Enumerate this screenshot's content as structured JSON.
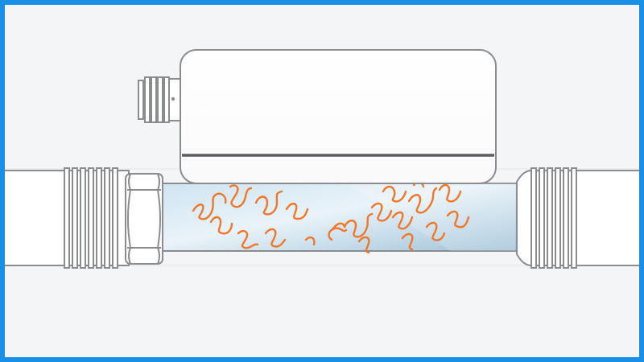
{
  "diagram": {
    "subject": "ultrasonic-flow-meter-on-pipe",
    "components": [
      {
        "name": "transmitter-housing",
        "icon": "meter-housing-icon"
      },
      {
        "name": "cable-gland",
        "icon": "threaded-connector-icon"
      },
      {
        "name": "pipe-left",
        "icon": "threaded-pipe-icon"
      },
      {
        "name": "union-nut",
        "icon": "hex-nut-icon"
      },
      {
        "name": "measuring-tube",
        "icon": "glass-tube-icon"
      },
      {
        "name": "pipe-right",
        "icon": "threaded-pipe-icon"
      },
      {
        "name": "flow-waves",
        "icon": "wavy-signal-icon"
      }
    ]
  },
  "colors": {
    "frame": "#1a8fe6",
    "background": "#f4f5f7",
    "outline": "#8a8c90",
    "outline_dark": "#5a5c60",
    "tube_fill_light": "#e6f1f8",
    "tube_fill_dark": "#a9c9dc",
    "wave": "#f0762a"
  }
}
